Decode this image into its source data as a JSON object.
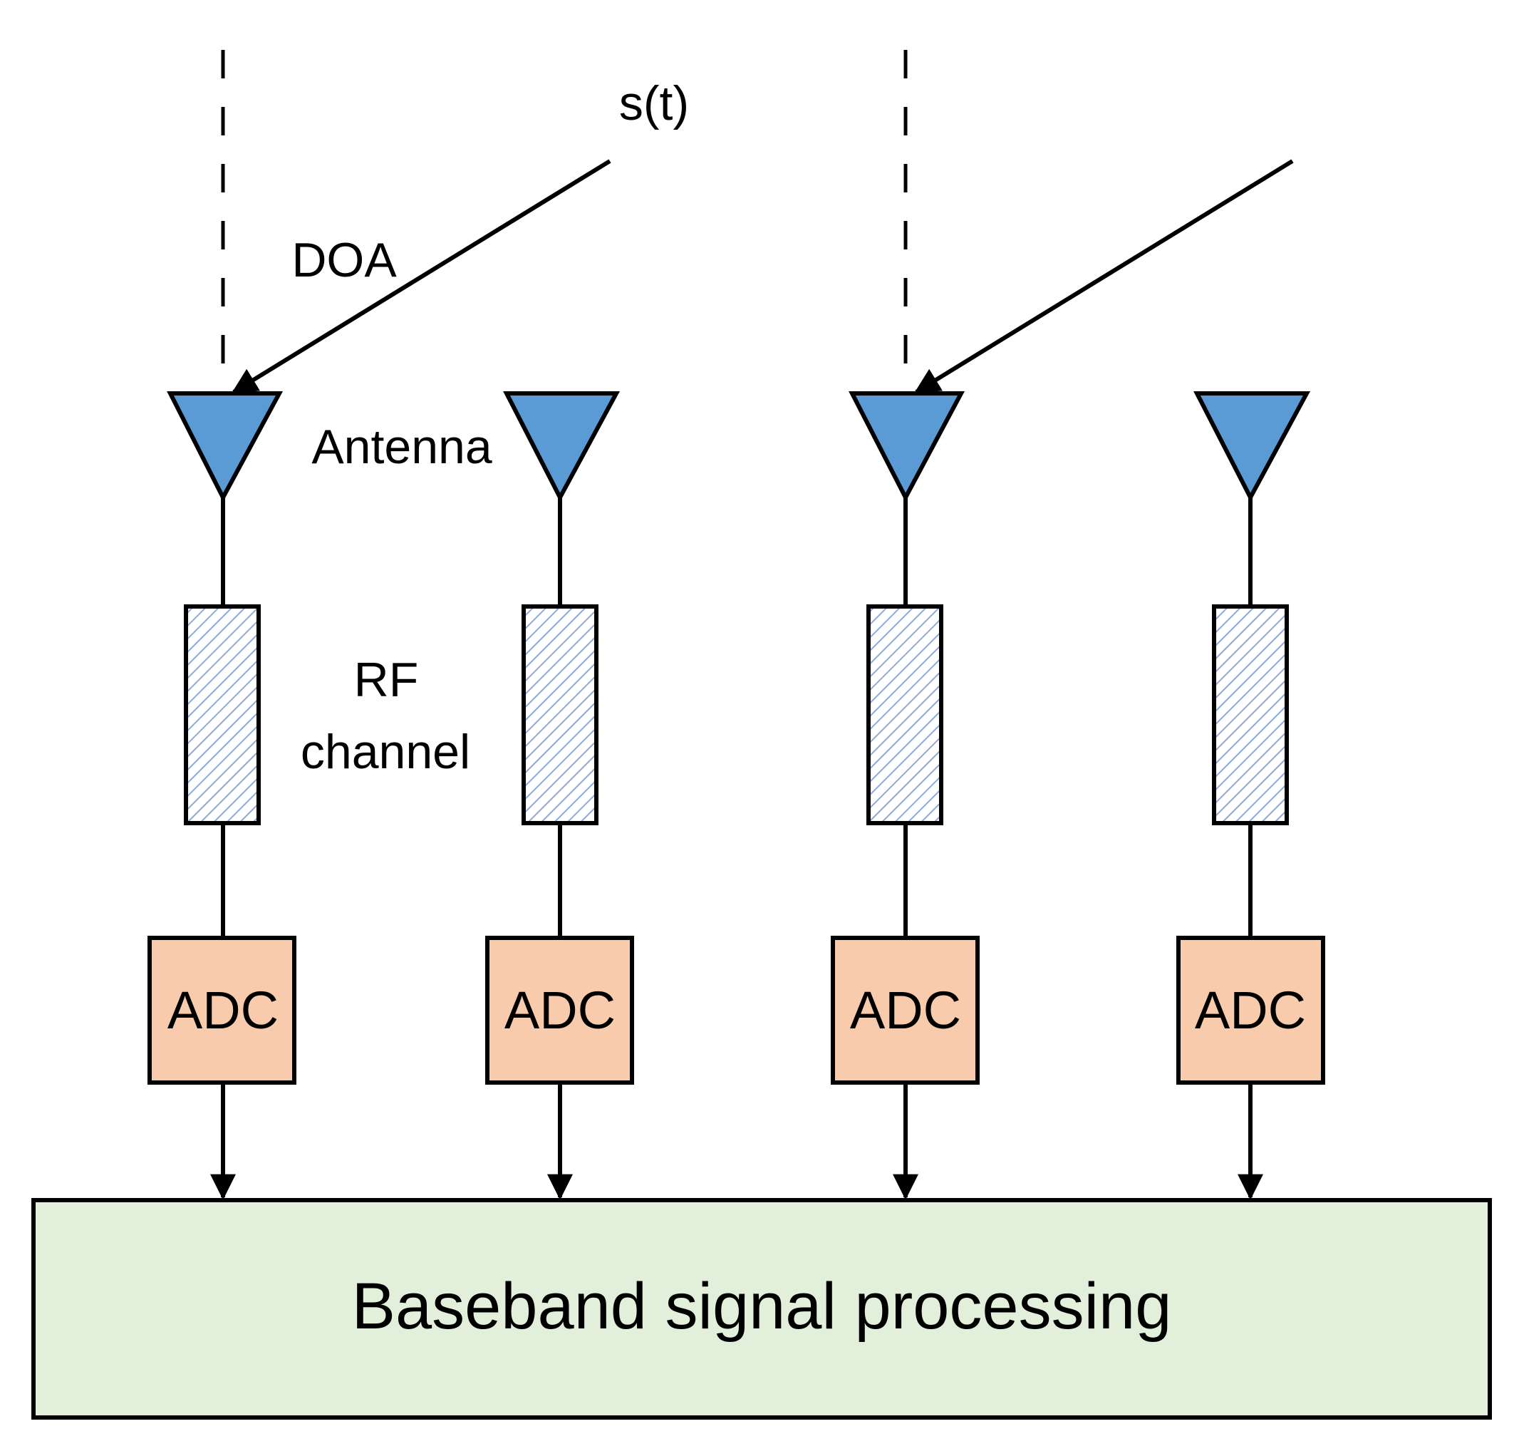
{
  "labels": {
    "signal": "s(t)",
    "doa": "DOA",
    "antenna": "Antenna",
    "rf_line1": "RF",
    "rf_line2": "channel",
    "adc": "ADC",
    "baseband": "Baseband signal processing"
  },
  "colors": {
    "antenna_fill": "#5b9bd5",
    "rf_hatch": "#8eaadb",
    "adc_fill": "#f8cbad",
    "baseband_fill": "#e2efda",
    "stroke": "#000000"
  },
  "icons": [
    "antenna-icon"
  ]
}
